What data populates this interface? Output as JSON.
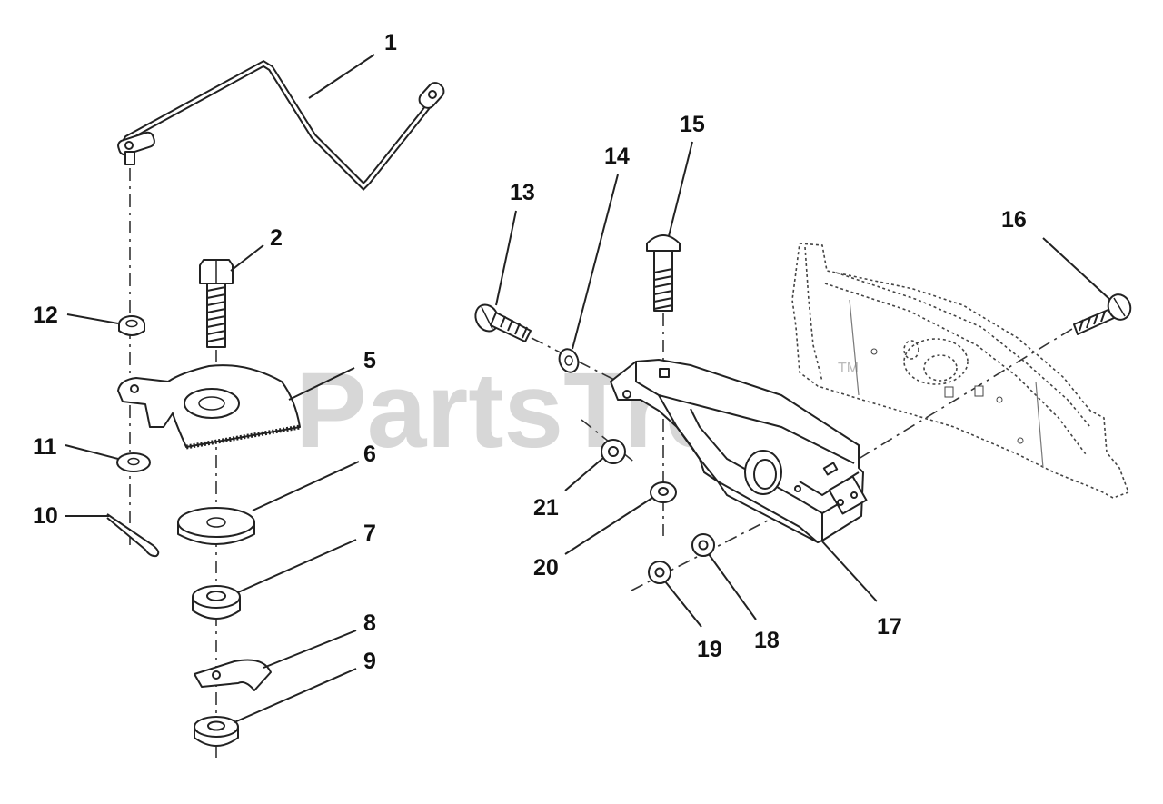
{
  "watermark": {
    "brand": "PartsTree",
    "trademark": "TM"
  },
  "callouts": [
    "1",
    "2",
    "5",
    "6",
    "7",
    "8",
    "9",
    "10",
    "11",
    "12",
    "13",
    "14",
    "15",
    "16",
    "17",
    "18",
    "19",
    "20",
    "21"
  ],
  "colors": {
    "line": "#222222",
    "watermark": "#bdbdbd",
    "background": "#ffffff"
  }
}
